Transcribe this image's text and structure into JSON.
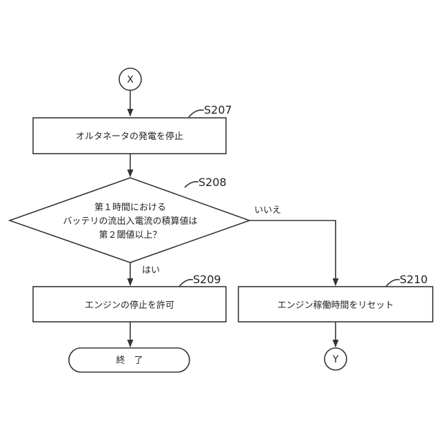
{
  "connectors": {
    "start": "X",
    "end": "Y"
  },
  "steps": {
    "s207": {
      "id": "S207",
      "text": "オルタネータの発電を停止"
    },
    "s208": {
      "id": "S208",
      "lines": [
        "第１時間における",
        "バッテリの流出入電流の積算値は",
        "第２閾値以上？"
      ]
    },
    "s209": {
      "id": "S209",
      "text": "エンジンの停止を許可"
    },
    "s210": {
      "id": "S210",
      "text": "エンジン稼働時間をリセット"
    },
    "end": {
      "text": "終　了"
    }
  },
  "branches": {
    "yes": "はい",
    "no": "いいえ"
  }
}
